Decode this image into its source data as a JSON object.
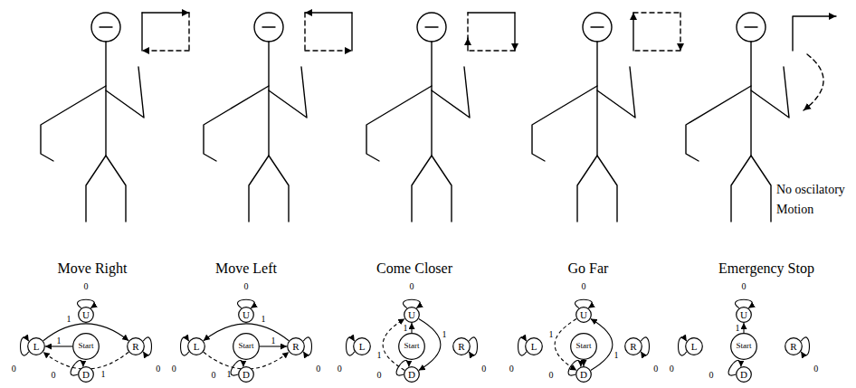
{
  "diagram": {
    "nodes": [
      {
        "text": [
          "U"
        ]
      },
      {
        "text": [
          "L"
        ]
      },
      {
        "text": [
          "Start"
        ]
      },
      {
        "text": [
          "R"
        ]
      },
      {
        "text": [
          "D"
        ]
      },
      {
        "text": [
          "U"
        ]
      },
      {
        "text": [
          "L"
        ]
      },
      {
        "text": [
          "Start"
        ]
      },
      {
        "text": [
          "R"
        ]
      },
      {
        "text": [
          "D"
        ]
      },
      {
        "text": [
          "U"
        ]
      },
      {
        "text": [
          "L"
        ]
      },
      {
        "text": [
          "Start"
        ]
      },
      {
        "text": [
          "R"
        ]
      },
      {
        "text": [
          "D"
        ]
      },
      {
        "text": [
          "U"
        ]
      },
      {
        "text": [
          "L"
        ]
      },
      {
        "text": [
          "Start"
        ]
      },
      {
        "text": [
          "R"
        ]
      },
      {
        "text": [
          "D"
        ]
      },
      {
        "text": [
          "U"
        ]
      },
      {
        "text": [
          "L"
        ]
      },
      {
        "text": [
          "Start"
        ]
      },
      {
        "text": [
          "R"
        ]
      },
      {
        "text": [
          "D"
        ]
      }
    ],
    "edges": [
      {
        "from": 0,
        "to": 0,
        "arrow": "to",
        "label": "0"
      },
      {
        "from": 1,
        "to": 1,
        "arrow": "to",
        "label": "0"
      },
      {
        "from": 3,
        "to": 3,
        "arrow": "to",
        "label": "0"
      },
      {
        "from": 4,
        "to": 4,
        "arrow": "to",
        "label": "0"
      },
      {
        "from": 2,
        "to": 1,
        "arrow": "to",
        "label": "1"
      },
      {
        "from": 1,
        "to": 3,
        "arrow": "to",
        "label": "1"
      },
      {
        "from": 3,
        "to": 1,
        "arrow": "to",
        "label": "1"
      },
      {
        "from": 5,
        "to": 5,
        "arrow": "to",
        "label": "0"
      },
      {
        "from": 6,
        "to": 6,
        "arrow": "to",
        "label": "0"
      },
      {
        "from": 8,
        "to": 8,
        "arrow": "to",
        "label": "0"
      },
      {
        "from": 9,
        "to": 9,
        "arrow": "to",
        "label": "0"
      },
      {
        "from": 7,
        "to": 8,
        "arrow": "to",
        "label": "1"
      },
      {
        "from": 8,
        "to": 6,
        "arrow": "to",
        "label": "1"
      },
      {
        "from": 6,
        "to": 8,
        "arrow": "to",
        "label": "1"
      },
      {
        "from": 10,
        "to": 10,
        "arrow": "to",
        "label": "0"
      },
      {
        "from": 11,
        "to": 11,
        "arrow": "to",
        "label": "0"
      },
      {
        "from": 13,
        "to": 13,
        "arrow": "to",
        "label": "0"
      },
      {
        "from": 14,
        "to": 14,
        "arrow": "to",
        "label": "0"
      },
      {
        "from": 12,
        "to": 10,
        "arrow": "to",
        "label": "1"
      },
      {
        "from": 10,
        "to": 14,
        "arrow": "to",
        "label": "1"
      },
      {
        "from": 14,
        "to": 10,
        "arrow": "to",
        "label": "1"
      },
      {
        "from": 15,
        "to": 15,
        "arrow": "to",
        "label": "0"
      },
      {
        "from": 16,
        "to": 16,
        "arrow": "to",
        "label": "0"
      },
      {
        "from": 18,
        "to": 18,
        "arrow": "to",
        "label": "0"
      },
      {
        "from": 19,
        "to": 19,
        "arrow": "to",
        "label": "0"
      },
      {
        "from": 17,
        "to": 19,
        "arrow": "to"
      },
      {
        "from": 19,
        "to": 15,
        "arrow": "to",
        "label": "1"
      },
      {
        "from": 15,
        "to": 19,
        "arrow": "to",
        "label": "1"
      },
      {
        "from": 20,
        "to": 20,
        "arrow": "to",
        "label": "0"
      },
      {
        "from": 21,
        "to": 21,
        "arrow": "to",
        "label": "0"
      },
      {
        "from": 23,
        "to": 23,
        "arrow": "to",
        "label": "0"
      },
      {
        "from": 24,
        "to": 24,
        "arrow": "to",
        "label": "0"
      },
      {
        "from": 22,
        "to": 20,
        "arrow": "to",
        "label": "1"
      }
    ],
    "labels": [
      "No oscilatory Motion",
      "Move Right",
      "Move Left",
      "Come Closer",
      "Go Far",
      "Emergency Stop"
    ]
  }
}
